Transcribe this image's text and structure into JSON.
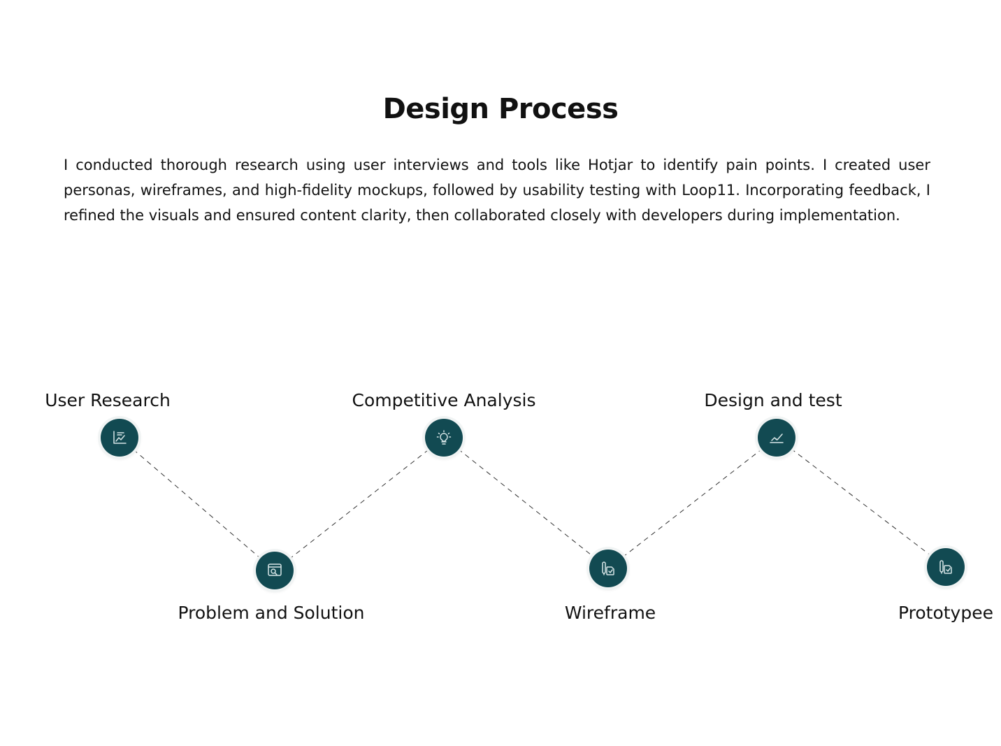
{
  "header": {
    "title": "Design Process",
    "description": "I conducted thorough research using user interviews and tools like Hotjar to identify pain points. I created user personas, wireframes, and high-fidelity mockups, followed by usability testing with Loop11. Incorporating feedback, I refined the visuals and ensured content clarity, then collaborated closely with developers during implementation."
  },
  "process": {
    "steps": [
      {
        "label": "User Research",
        "icon": "chart-document-icon"
      },
      {
        "label": "Problem and Solution",
        "icon": "search-window-icon"
      },
      {
        "label": "Competitive Analysis",
        "icon": "lightbulb-icon"
      },
      {
        "label": "Wireframe",
        "icon": "pen-tools-icon"
      },
      {
        "label": "Design and test",
        "icon": "checkmark-chart-icon"
      },
      {
        "label": "Prototypee",
        "icon": "pen-tools-icon"
      }
    ]
  },
  "colors": {
    "node_fill": "#124a52",
    "icon_stroke": "#d8e6e7",
    "connector": "#333333"
  }
}
